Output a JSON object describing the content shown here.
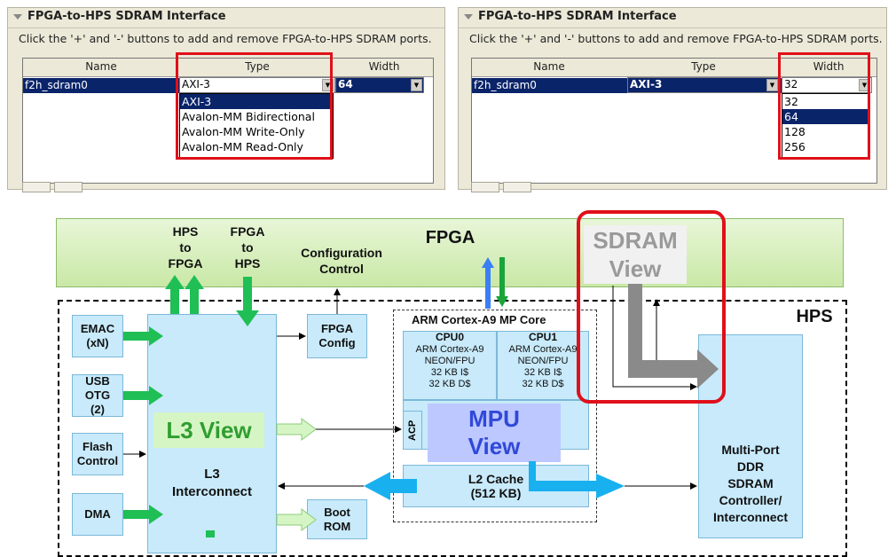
{
  "left_dialog": {
    "title": "FPGA-to-HPS SDRAM Interface",
    "description": "Click the '+' and '-' buttons to add and remove FPGA-to-HPS SDRAM ports.",
    "columns": [
      "Name",
      "Type",
      "Width"
    ],
    "row_name": "f2h_sdram0",
    "type_value": "AXI-3",
    "width_value": "64",
    "type_options": [
      "AXI-3",
      "Avalon-MM Bidirectional",
      "Avalon-MM Write-Only",
      "Avalon-MM Read-Only"
    ]
  },
  "right_dialog": {
    "title": "FPGA-to-HPS SDRAM Interface",
    "description": "Click the '+' and '-' buttons to add and remove FPGA-to-HPS SDRAM ports.",
    "columns": [
      "Name",
      "Type",
      "Width"
    ],
    "row_name": "f2h_sdram0",
    "type_value": "AXI-3",
    "width_value": "32",
    "width_options": [
      "32",
      "64",
      "128",
      "256"
    ]
  },
  "diagram": {
    "fpga_label": "FPGA",
    "hps_label": "HPS",
    "hps_to_fpga": [
      "HPS",
      "to",
      "FPGA"
    ],
    "fpga_to_hps": [
      "FPGA",
      "to",
      "HPS"
    ],
    "config_control": [
      "Configuration",
      "Control"
    ],
    "sdram_view": [
      "SDRAM",
      "View"
    ],
    "emac": [
      "EMAC",
      "(xN)"
    ],
    "usb_otg": [
      "USB",
      "OTG",
      "(2)"
    ],
    "flash_control": [
      "Flash",
      "Control"
    ],
    "dma": "DMA",
    "l3_view": "L3 View",
    "l3_interconnect": [
      "L3",
      "Interconnect"
    ],
    "fpga_config": [
      "FPGA",
      "Config"
    ],
    "boot_rom": [
      "Boot",
      "ROM"
    ],
    "arm_title": "ARM Cortex-A9 MP Core",
    "cpu0": {
      "name": "CPU0",
      "lines": [
        "ARM Cortex-A9",
        "NEON/FPU",
        "32 KB I$",
        "32 KB D$"
      ]
    },
    "cpu1": {
      "name": "CPU1",
      "lines": [
        "ARM Cortex-A9",
        "NEON/FPU",
        "32 KB I$",
        "32 KB D$"
      ]
    },
    "acp": "ACP",
    "mpu_view": [
      "MPU",
      "View"
    ],
    "l2_cache": [
      "L2 Cache",
      "(512 KB)"
    ],
    "sdram_controller": [
      "Multi-Port",
      "DDR",
      "SDRAM",
      "Controller/",
      "Interconnect"
    ]
  },
  "colors": {
    "highlight_red": "#e0101a",
    "selection_navy": "#0a246a",
    "green_arrow": "#1fbf55",
    "blue_arrow": "#19b0f0",
    "block_fill": "#c8eafb",
    "l3_view_bg": "#d6f5c4",
    "l3_view_text": "#2f9e2f",
    "mpu_view_bg": "#bcc8ff",
    "mpu_view_text": "#3148d8"
  }
}
